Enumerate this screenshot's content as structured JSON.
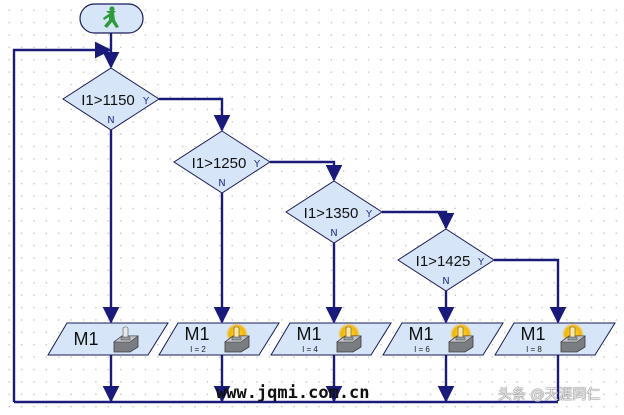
{
  "diagram": {
    "start": {
      "icon": "walking-man-icon",
      "color": "#2e9a3a"
    },
    "decisions": [
      {
        "label": "I1>1150",
        "yes": "Y",
        "no": "N"
      },
      {
        "label": "I1>1250",
        "yes": "Y",
        "no": "N"
      },
      {
        "label": "I1>1350",
        "yes": "Y",
        "no": "N"
      },
      {
        "label": "I1>1425",
        "yes": "Y",
        "no": "N"
      }
    ],
    "outputs": [
      {
        "label": "M1",
        "sub": "",
        "lamp_on": false,
        "icon": "lamp-off-icon"
      },
      {
        "label": "M1",
        "sub": "I = 2",
        "lamp_on": true,
        "icon": "lamp-on-icon"
      },
      {
        "label": "M1",
        "sub": "I = 4",
        "lamp_on": true,
        "icon": "lamp-on-icon"
      },
      {
        "label": "M1",
        "sub": "I = 6",
        "lamp_on": true,
        "icon": "lamp-on-icon"
      },
      {
        "label": "M1",
        "sub": "I = 8",
        "lamp_on": true,
        "icon": "lamp-on-icon"
      }
    ],
    "colors": {
      "line": "#1a1a7a",
      "shape_fill": "#d6e6f8",
      "shape_stroke": "#1a1a5a",
      "lamp_glow": "#f5b400"
    }
  },
  "watermarks": {
    "url": "www.jqmi.com.cn",
    "credit": "头条 @天涯同仁"
  }
}
